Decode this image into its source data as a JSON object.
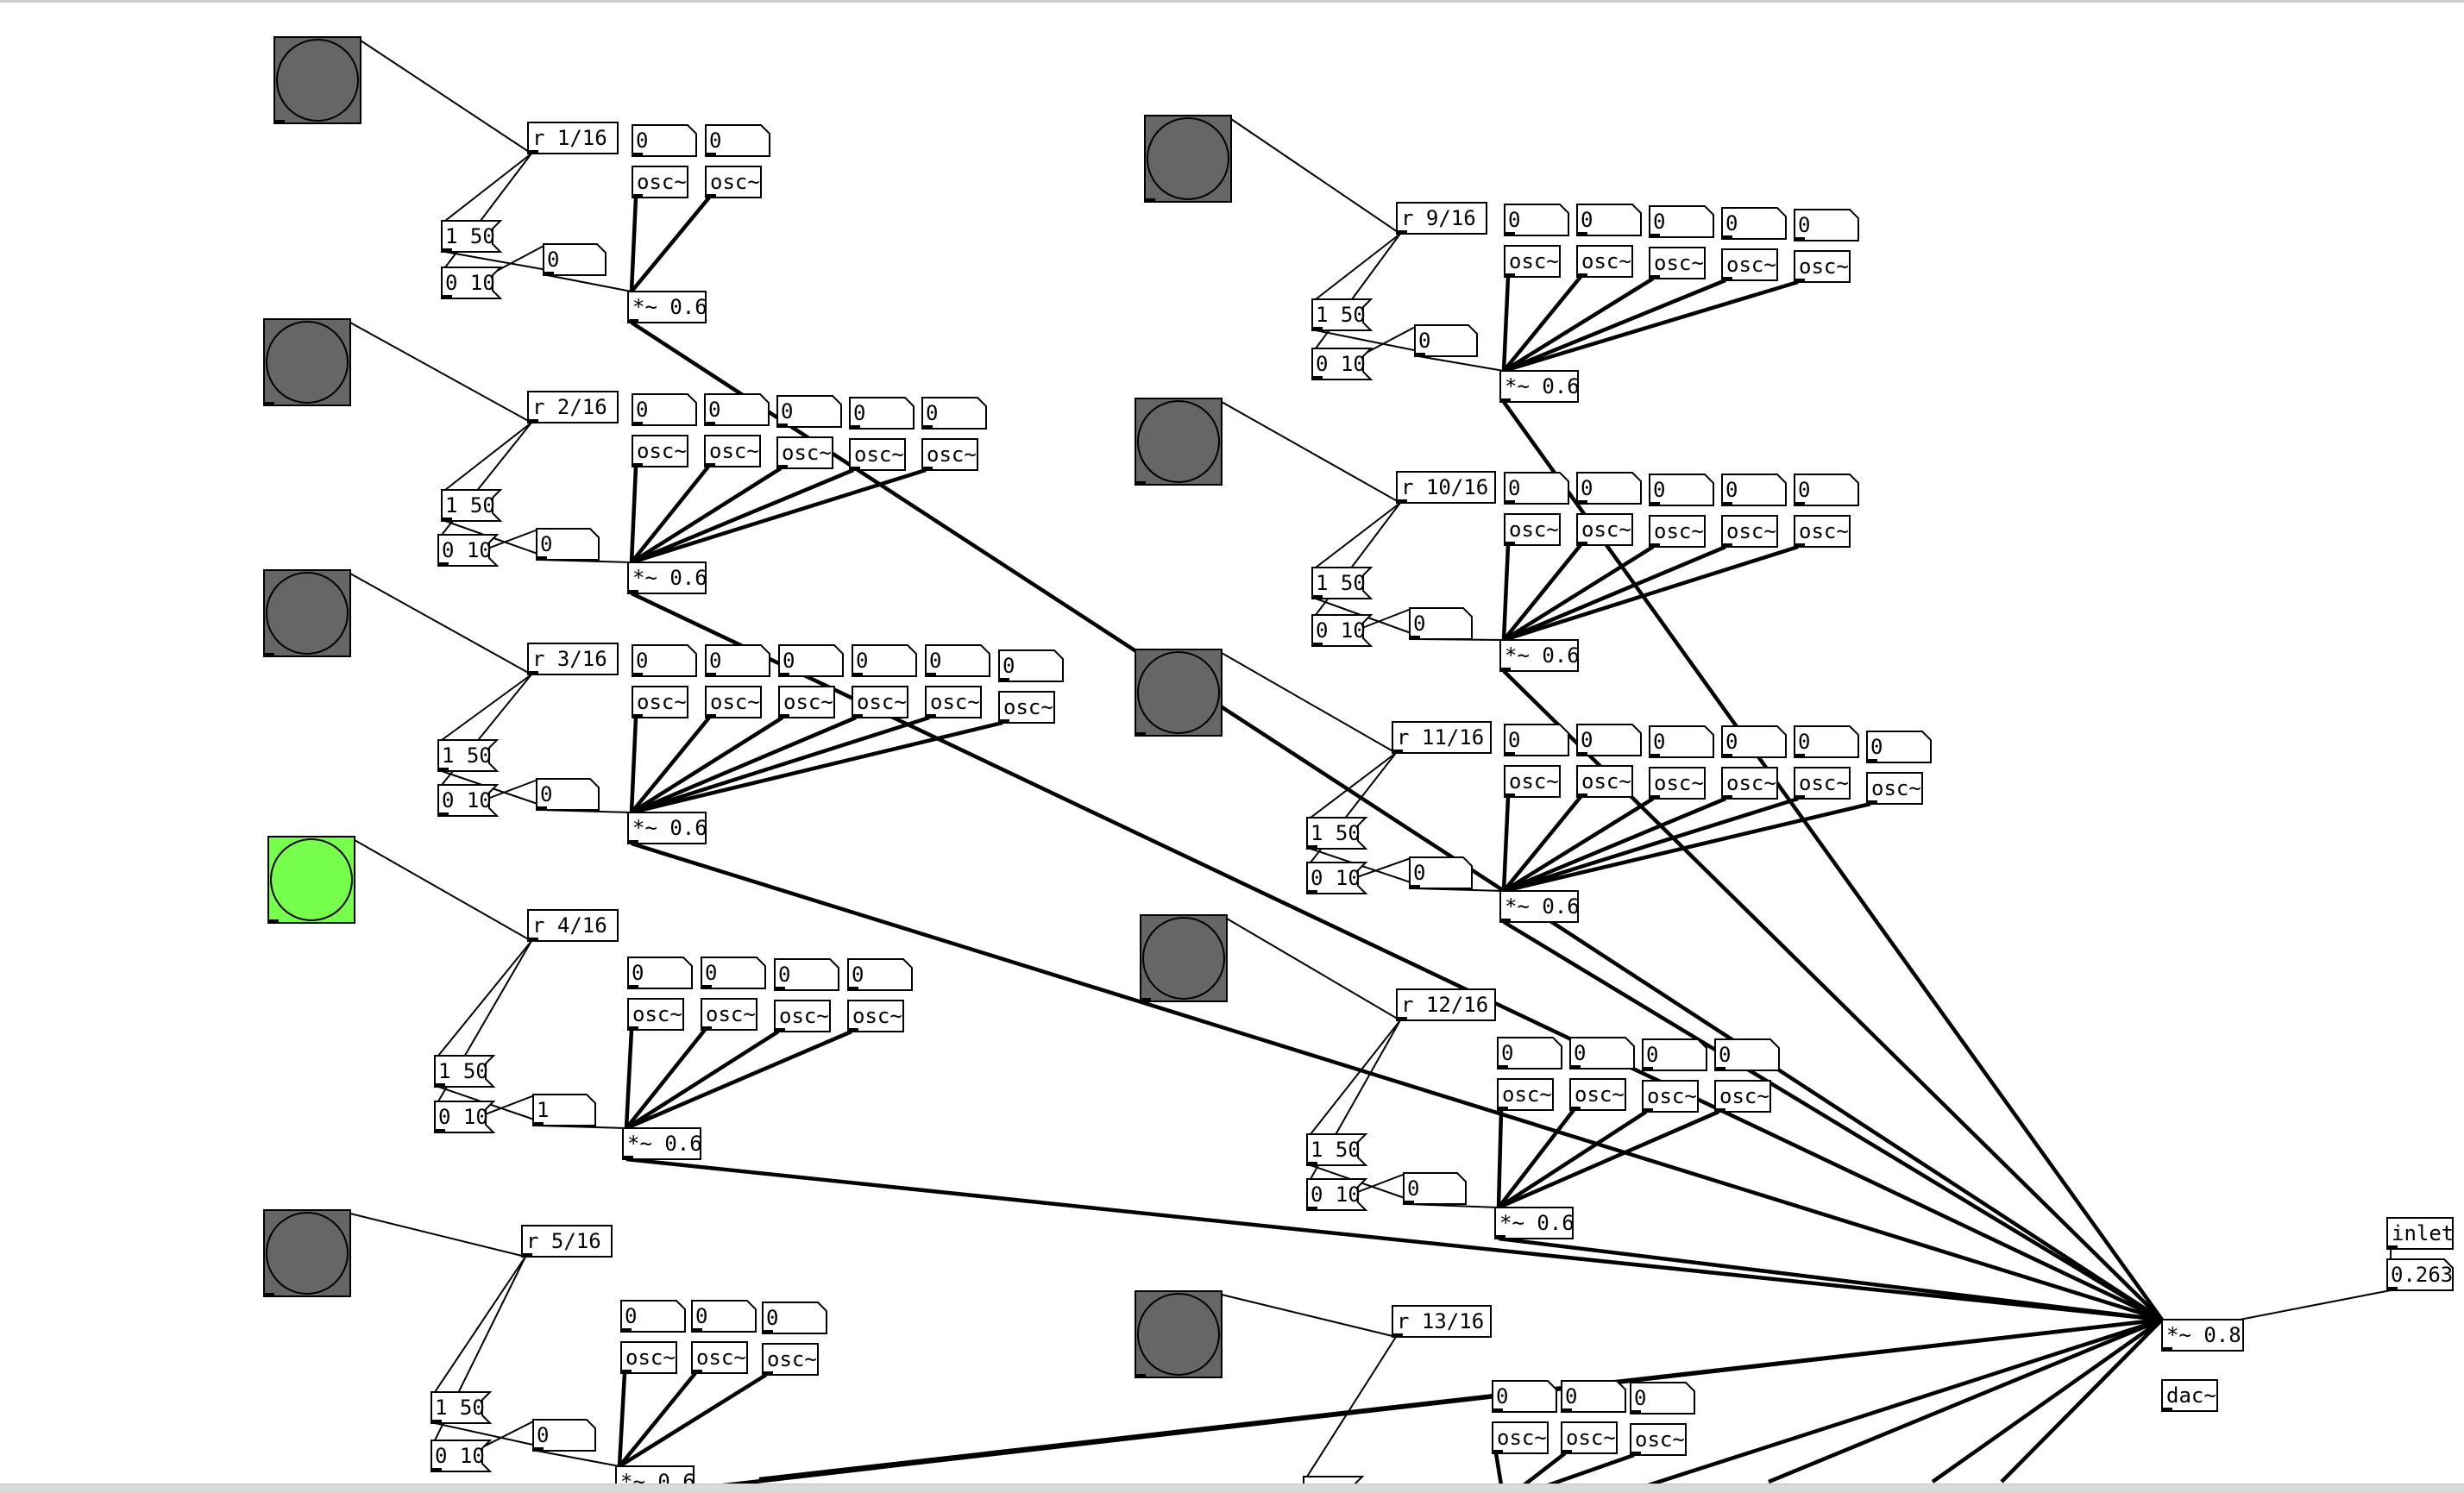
{
  "canvas": {
    "labels": {
      "number_zero": "0",
      "number_one": "1",
      "osc": "osc~",
      "message_range_slow": "1 50",
      "message_range_fast": "0 10",
      "multiply_group": "*~ 0.6",
      "multiply_master": "*~ 0.8",
      "inlet": "inlet",
      "inlet_value": "0.263",
      "dac": "dac~"
    },
    "colors": {
      "bang_idle": "#666666",
      "bang_active": "#77ff4d",
      "box_border": "#000000",
      "background": "#ffffff"
    },
    "groups": [
      {
        "receive": "r 1/16",
        "bang_active": false,
        "number": "0",
        "osc_count": 2,
        "osc_values": [
          "0",
          "0"
        ]
      },
      {
        "receive": "r 2/16",
        "bang_active": false,
        "number": "0",
        "osc_count": 5,
        "osc_values": [
          "0",
          "0",
          "0",
          "0",
          "0"
        ]
      },
      {
        "receive": "r 3/16",
        "bang_active": false,
        "number": "0",
        "osc_count": 6,
        "osc_values": [
          "0",
          "0",
          "0",
          "0",
          "0",
          "0"
        ]
      },
      {
        "receive": "r 4/16",
        "bang_active": true,
        "number": "1",
        "osc_count": 4,
        "osc_values": [
          "0",
          "0",
          "0",
          "0"
        ]
      },
      {
        "receive": "r 5/16",
        "bang_active": false,
        "number": "0",
        "osc_count": 3,
        "osc_values": [
          "0",
          "0",
          "0"
        ]
      },
      {
        "receive": "r 9/16",
        "bang_active": false,
        "number": "0",
        "osc_count": 5,
        "osc_values": [
          "0",
          "0",
          "0",
          "0",
          "0"
        ]
      },
      {
        "receive": "r 10/16",
        "bang_active": false,
        "number": "0",
        "osc_count": 5,
        "osc_values": [
          "0",
          "0",
          "0",
          "0",
          "0"
        ]
      },
      {
        "receive": "r 11/16",
        "bang_active": false,
        "number": "0",
        "osc_count": 6,
        "osc_values": [
          "0",
          "0",
          "0",
          "0",
          "0",
          "0"
        ]
      },
      {
        "receive": "r 12/16",
        "bang_active": false,
        "number": "0",
        "osc_count": 4,
        "osc_values": [
          "0",
          "0",
          "0",
          "0"
        ]
      },
      {
        "receive": "r 13/16",
        "bang_active": false,
        "number": null,
        "osc_count": 3,
        "osc_values": [
          "0",
          "0",
          "0"
        ]
      }
    ]
  }
}
